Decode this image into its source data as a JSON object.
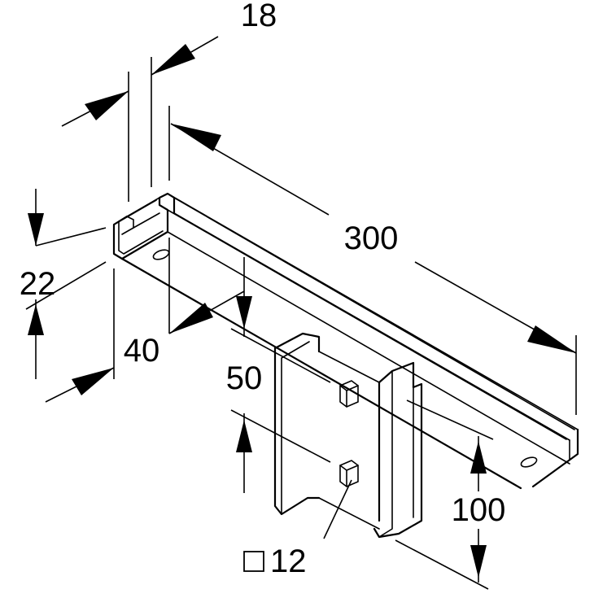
{
  "dimensions": {
    "d18": "18",
    "d300": "300",
    "d22": "22",
    "d40": "40",
    "d50": "50",
    "d100": "100",
    "slot": "12",
    "slot_symbol": "□"
  }
}
